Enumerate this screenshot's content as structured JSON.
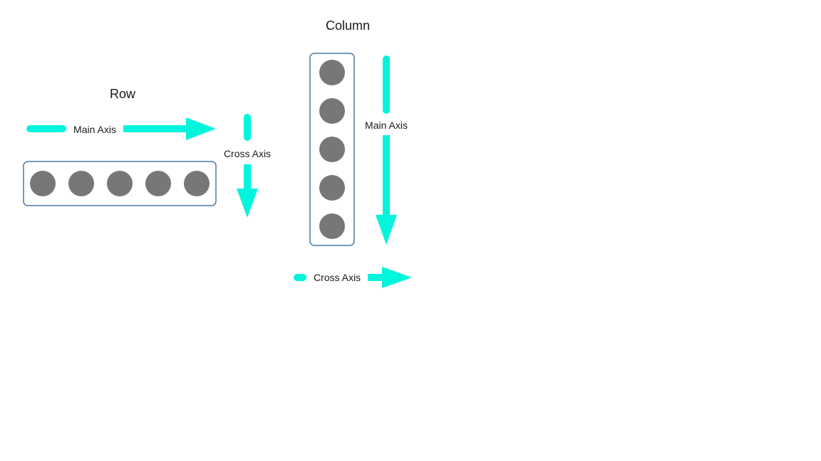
{
  "row": {
    "title": "Row",
    "main_axis_label": "Main Axis",
    "cross_axis_label": "Cross Axis",
    "item_count": 5
  },
  "column": {
    "title": "Column",
    "main_axis_label": "Main Axis",
    "cross_axis_label": "Cross Axis",
    "item_count": 5
  },
  "colors": {
    "arrow": "#00f5dd",
    "item": "#777777",
    "container_border": "#4a78a6"
  }
}
